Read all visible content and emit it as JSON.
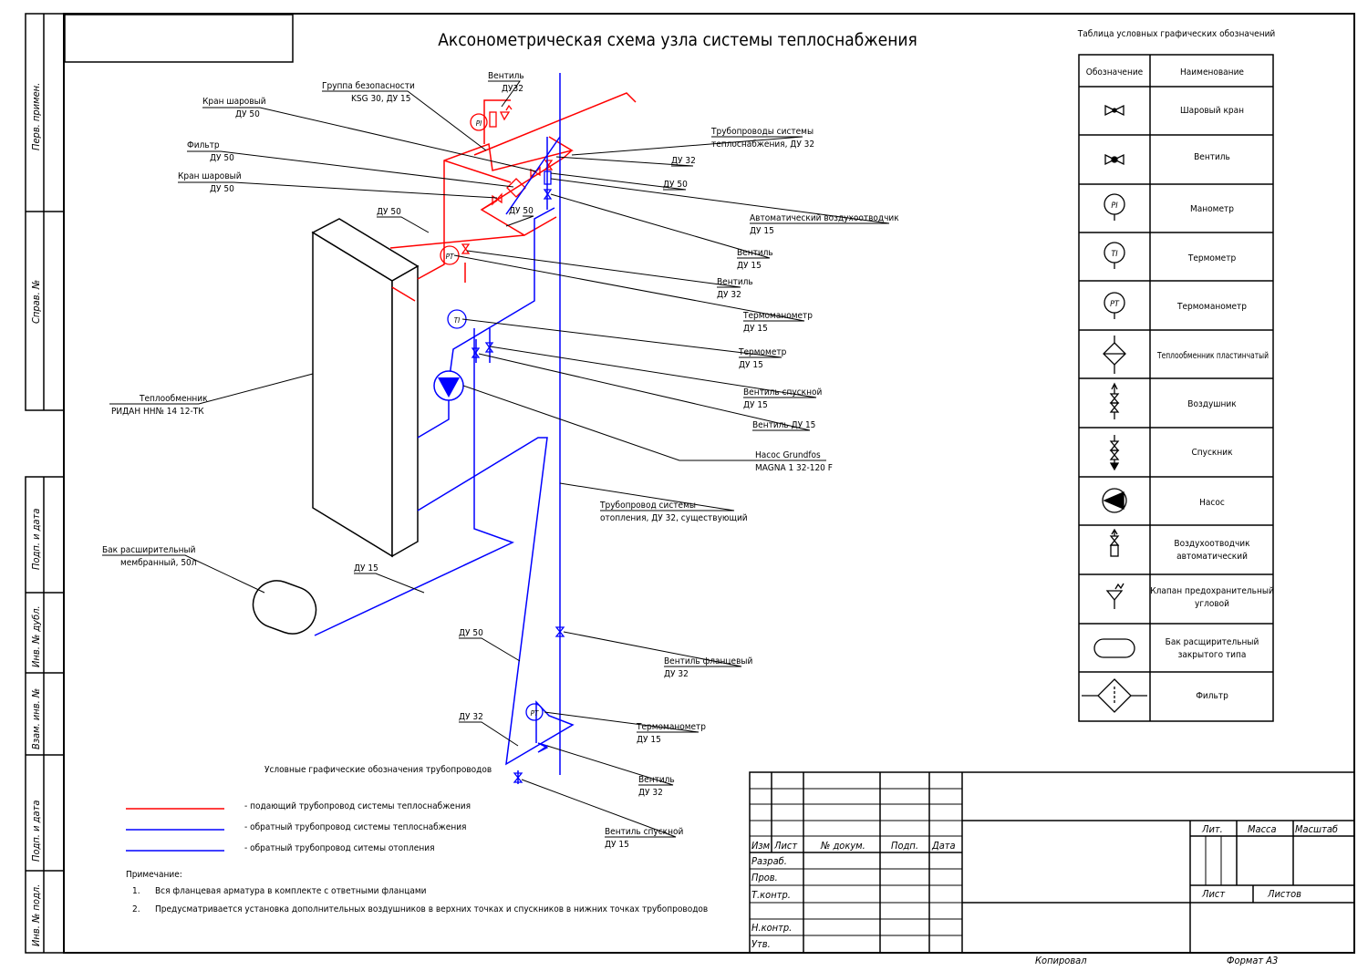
{
  "title": "Аксонометрическая  схема узла системы теплоснабжения",
  "legend_table": {
    "title": "Таблица условных графических обозначений",
    "header": [
      "Обозначение",
      "Наименование"
    ],
    "rows": [
      {
        "icon": "ball-valve-icon",
        "name": "Шаровый кран"
      },
      {
        "icon": "globe-valve-icon",
        "name": "Вентиль"
      },
      {
        "icon": "manometer-icon",
        "symbol": "PI",
        "name": "Манометр"
      },
      {
        "icon": "thermometer-icon",
        "symbol": "TI",
        "name": "Термометр"
      },
      {
        "icon": "thermomanometer-icon",
        "symbol": "PT",
        "name": "Термоманометр"
      },
      {
        "icon": "plate-heat-exchanger-icon",
        "name": "Теплообменник пластинчатый"
      },
      {
        "icon": "air-vent-icon",
        "name": "Воздушник"
      },
      {
        "icon": "drain-icon",
        "name": "Спускник"
      },
      {
        "icon": "pump-icon",
        "name": "Насос"
      },
      {
        "icon": "auto-air-vent-icon",
        "name": "Воздухоотводчик автоматический"
      },
      {
        "icon": "safety-valve-icon",
        "name": "Клапан предохранительный угловой"
      },
      {
        "icon": "expansion-tank-icon",
        "name": "Бак расщирительный закрытого типа"
      },
      {
        "icon": "filter-icon",
        "name": "Фильтр"
      }
    ]
  },
  "callouts": {
    "ventil_du32_top": [
      "Вентиль",
      "ДУ32"
    ],
    "safety_group": [
      "Группа безопасности",
      "KSG 30, ДУ 15"
    ],
    "ball_valve_1": [
      "Кран шаровый",
      "ДУ 50"
    ],
    "filter": [
      "Фильтр",
      "ДУ 50"
    ],
    "ball_valve_2": [
      "Кран шаровый",
      "ДУ 50"
    ],
    "du50_a": "ДУ 50",
    "du50_b": "ДУ 50",
    "heat_pipes": [
      "Трубопроводы системы",
      "теплоснабжения, ДУ 32"
    ],
    "du32_r": "ДУ 32",
    "du50_r": "ДУ 50",
    "auto_air_vent": [
      "Автоматический воздухоотводчик",
      "ДУ 15"
    ],
    "ventil_du15": [
      "Вентиль",
      "ДУ 15"
    ],
    "ventil_du32": [
      "Вентиль",
      "ДУ 32"
    ],
    "thermomanometer_1": [
      "Термоманометр",
      "ДУ 15"
    ],
    "thermometer": [
      "Термометр",
      "ДУ 15"
    ],
    "drain_valve_1": [
      "Вентиль спускной",
      "ДУ 15"
    ],
    "ventil_du15_b": "Вентиль ДУ 15",
    "pump": [
      "Насос Grundfos",
      "MAGNA 1 32-120 F"
    ],
    "heat_exchanger": [
      "Теплообменник",
      "РИДАН НН№ 14 12-ТК"
    ],
    "heating_pipe": [
      "Трубопровод системы",
      "отопления, ДУ 32, существующий"
    ],
    "exp_tank": [
      "Бак расширительный",
      "мембранный, 50л"
    ],
    "du15": "ДУ 15",
    "du50_low": "ДУ 50",
    "flange_valve": [
      "Вентиль фланцевый",
      "ДУ 32"
    ],
    "du32_low": "ДУ 32",
    "thermomanometer_2": [
      "Термоманометр",
      "ДУ 15"
    ],
    "ventil_low": [
      "Вентиль",
      "ДУ 32"
    ],
    "drain_valve_2": [
      "Вентиль спускной",
      "ДУ 15"
    ]
  },
  "instrument_tags": {
    "pi": "PI",
    "pt": "PT",
    "ti": "TI"
  },
  "pipe_legend": {
    "title": "Условные графические обозначения трубопроводов",
    "items": [
      {
        "color": "#ff0000",
        "text": "- подающий трубопровод системы теплоснабжения"
      },
      {
        "color": "#0000ff",
        "text": "- обратный трубопровод системы теплоснабжения"
      },
      {
        "color": "#0000ff",
        "text": "- обратный трубопровод ситемы отопления"
      }
    ]
  },
  "notes": {
    "title": "Примечание:",
    "items": [
      {
        "num": "1.",
        "text": "Вся фланцевая арматура в комплекте с ответными фланцами"
      },
      {
        "num": "2.",
        "text": "Предусматривается установка дополнительных воздушников в верхних точках и спускников в нижних точках трубопроводов"
      }
    ]
  },
  "side_stamp": [
    "Перв. примен.",
    "Справ. №",
    "Подп. и дата",
    "Инв. № дубл.",
    "Взам. инв. №",
    "Подп. и дата",
    "Инв. № подл."
  ],
  "title_block": {
    "cols": [
      "Изм",
      "Лист",
      "№ докум.",
      "Подп.",
      "Дата"
    ],
    "roles": [
      "Разраб.",
      "Пров.",
      "Т.контр.",
      "Н.контр.",
      "Утв."
    ],
    "lit": "Лит.",
    "mass": "Масса",
    "scale": "Масштаб",
    "sheet": "Лист",
    "sheets": "Листов",
    "copied": "Копировал",
    "format": "Формат А3"
  },
  "colors": {
    "supply": "#ff0000",
    "return": "#0000ff",
    "ink": "#000000"
  }
}
